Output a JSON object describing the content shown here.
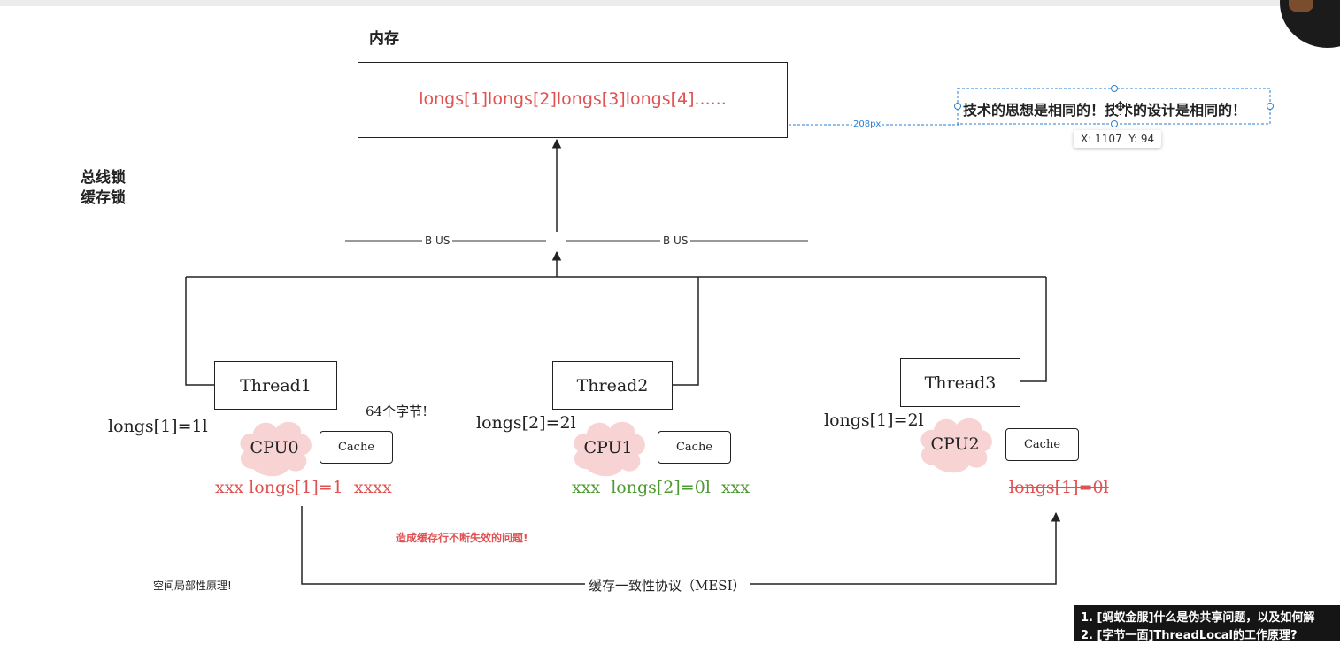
{
  "memory": {
    "title": "内存",
    "contents": "longs[1]longs[2]longs[3]longs[4]......"
  },
  "locks": {
    "line1": "总线锁",
    "line2": "缓存锁"
  },
  "bus": {
    "left_label": "B US",
    "right_label": "B US"
  },
  "note": {
    "text": "技术的思想是相同的！技术的设计是相同的！",
    "distance_label": "208px"
  },
  "cursor_tooltip": {
    "text": "X: 1107  Y: 94"
  },
  "threads": [
    {
      "thread": "Thread1",
      "cpu": "CPU0",
      "cache": "Cache",
      "value_label": "longs[1]=1l",
      "cache_line": "xxx longs[1]=1  xxxx"
    },
    {
      "thread": "Thread2",
      "cpu": "CPU1",
      "cache": "Cache",
      "value_label": "longs[2]=2l",
      "cache_line": "xxx  longs[2]=0l  xxx"
    },
    {
      "thread": "Thread3",
      "cpu": "CPU2",
      "cache": "Cache",
      "value_label": "longs[1]=2l",
      "cache_line": "longs[1]=0l"
    }
  ],
  "bytes_note": "64个字节!",
  "invalidation_note": "造成缓存行不断失效的问题!",
  "locality_note": "空间局部性原理!",
  "protocol_label": "缓存一致性协议（MESI）",
  "questions": [
    "1. [蚂蚁金服]什么是伪共享问题，以及如何解",
    "2. [字节一面]ThreadLocal的工作原理?"
  ],
  "colors": {
    "red": "#e05252",
    "green": "#4e9a33",
    "accent_blue": "#2a7fd4"
  }
}
